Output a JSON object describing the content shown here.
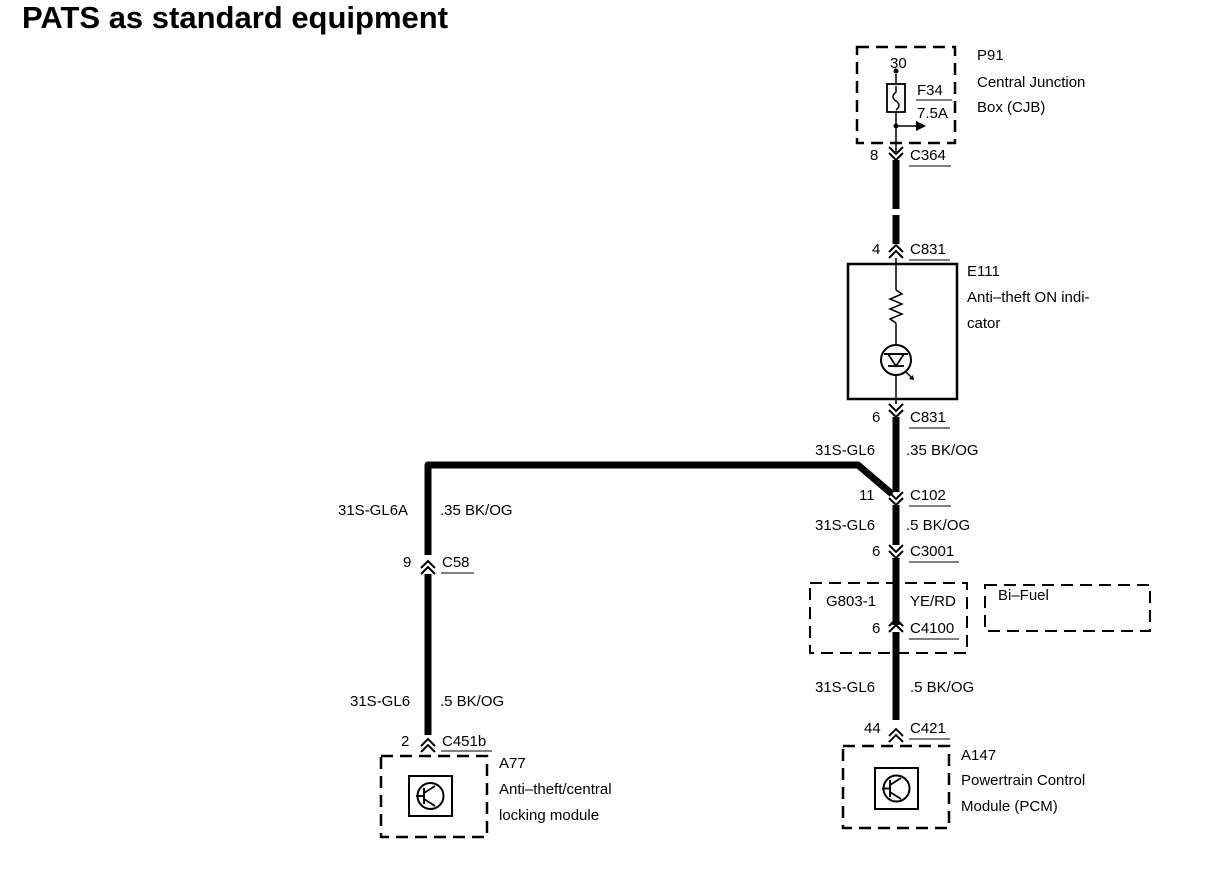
{
  "title": "PATS as standard equipment",
  "cjb": {
    "id": "P91",
    "name_line1": "Central Junction",
    "name_line2": "Box (CJB)",
    "terminal": "30",
    "fuse_id": "F34",
    "fuse_rating": "7.5A",
    "connector_pin": "8",
    "connector": "C364"
  },
  "indicator": {
    "id": "E111",
    "name_line1": "Anti–theft ON indi-",
    "name_line2": "cator",
    "input_pin": "4",
    "input_connector": "C831",
    "output_pin": "6",
    "output_connector": "C831"
  },
  "wire_top": {
    "circuit": "31S-GL6",
    "spec": ".35 BK/OG"
  },
  "splice": {
    "pin": "11",
    "connector": "C102"
  },
  "wire_left_top": {
    "circuit": "31S-GL6A",
    "spec": ".35 BK/OG"
  },
  "left_connector": {
    "pin": "9",
    "connector": "C58"
  },
  "wire_left_bottom": {
    "circuit": "31S-GL6",
    "spec": ".5 BK/OG"
  },
  "module_a77": {
    "pin": "2",
    "connector": "C451b",
    "id": "A77",
    "name_line1": "Anti–theft/central",
    "name_line2": "locking module"
  },
  "wire_right_mid": {
    "circuit": "31S-GL6",
    "spec": ".5 BK/OG"
  },
  "c3001": {
    "pin": "6",
    "connector": "C3001"
  },
  "bifuel_option": {
    "circuit": "G803-1",
    "color": "YE/RD",
    "pin": "6",
    "connector": "C4100",
    "label": "Bi–Fuel"
  },
  "wire_right_bottom": {
    "circuit": "31S-GL6",
    "spec": ".5 BK/OG"
  },
  "module_a147": {
    "pin": "44",
    "connector": "C421",
    "id": "A147",
    "name_line1": "Powertrain Control",
    "name_line2": "Module (PCM)"
  },
  "colors": {
    "line": "#000000",
    "background": "#ffffff"
  },
  "icons": [
    "fuse-icon",
    "resistor-icon",
    "lamp-icon",
    "module-icon"
  ]
}
